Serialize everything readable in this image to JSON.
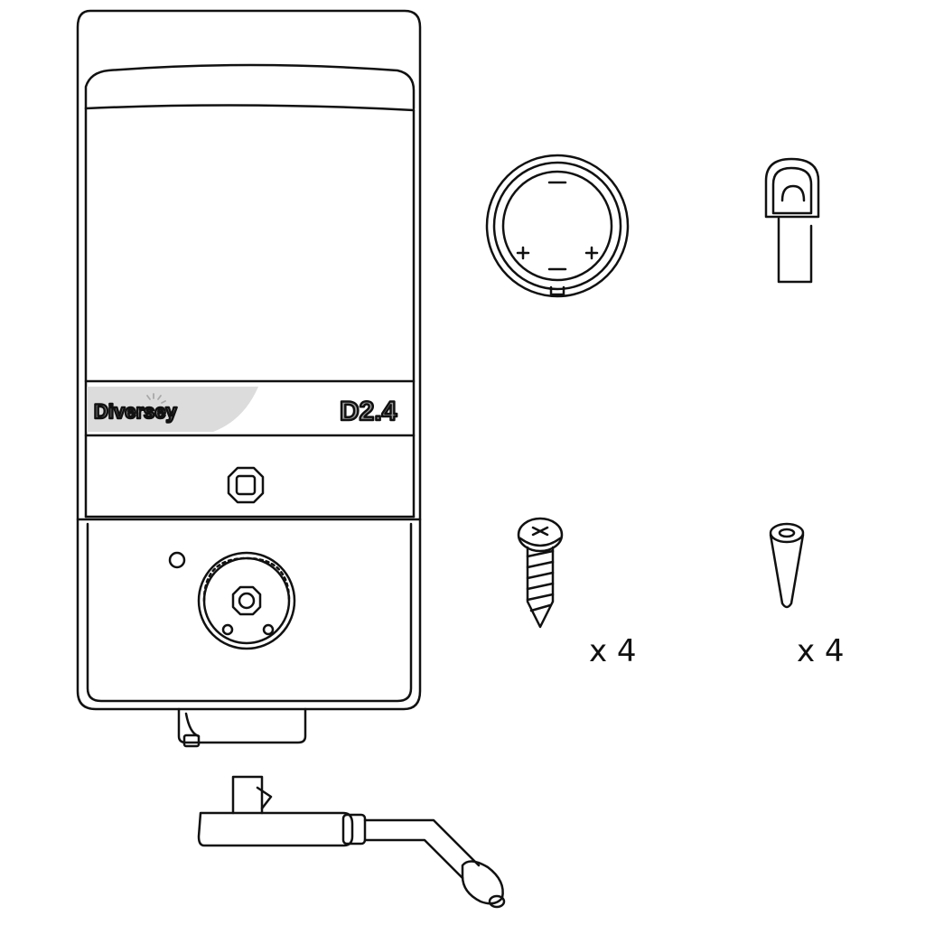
{
  "dispenser": {
    "brand": "Diversey",
    "model": "D2.4"
  },
  "parts": {
    "screw": {
      "quantity": "x 4"
    },
    "wall_plug": {
      "quantity": "x 4"
    }
  }
}
